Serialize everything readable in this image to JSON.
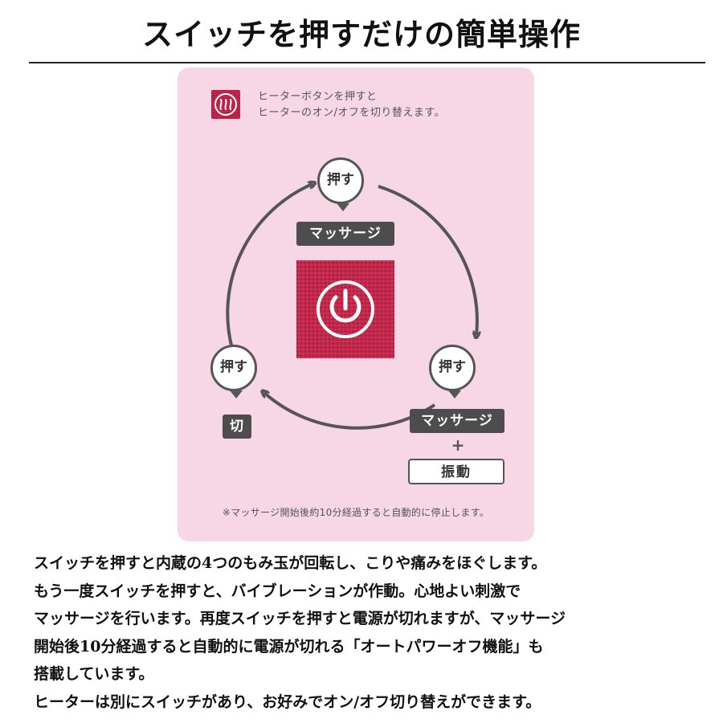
{
  "header": {
    "title": "スイッチを押すだけの簡単操作"
  },
  "panel": {
    "heater_note": [
      "ヒーターボタンを押すと",
      "ヒーターのオン/オフを切り替えます。"
    ],
    "press_label": "押す",
    "modes": {
      "massage": "マッサージ",
      "plus": "+",
      "vibration": "振動",
      "off": "切"
    },
    "auto_off_note": "※マッサージ開始後約10分経過すると自動的に停止します。",
    "colors": {
      "panel_bg": "#f7d6e5",
      "button_red": "#c8244a",
      "label_dark": "#4d4d4d",
      "arrow": "#555555"
    },
    "icons": {
      "heater": "heater-waves-icon",
      "power": "power-icon"
    }
  },
  "description": {
    "lines": [
      "スイッチを押すと内蔵の4つのもみ玉が回転し、こりや痛みをほぐします。",
      "もう一度スイッチを押すと、バイブレーションが作動。心地よい刺激で",
      "マッサージを行います。再度スイッチを押すと電源が切れますが、マッサージ",
      "開始後10分経過すると自動的に電源が切れる「オートパワーオフ機能」も",
      "搭載しています。",
      "ヒーターは別にスイッチがあり、お好みでオン/オフ切り替えができます。"
    ]
  }
}
